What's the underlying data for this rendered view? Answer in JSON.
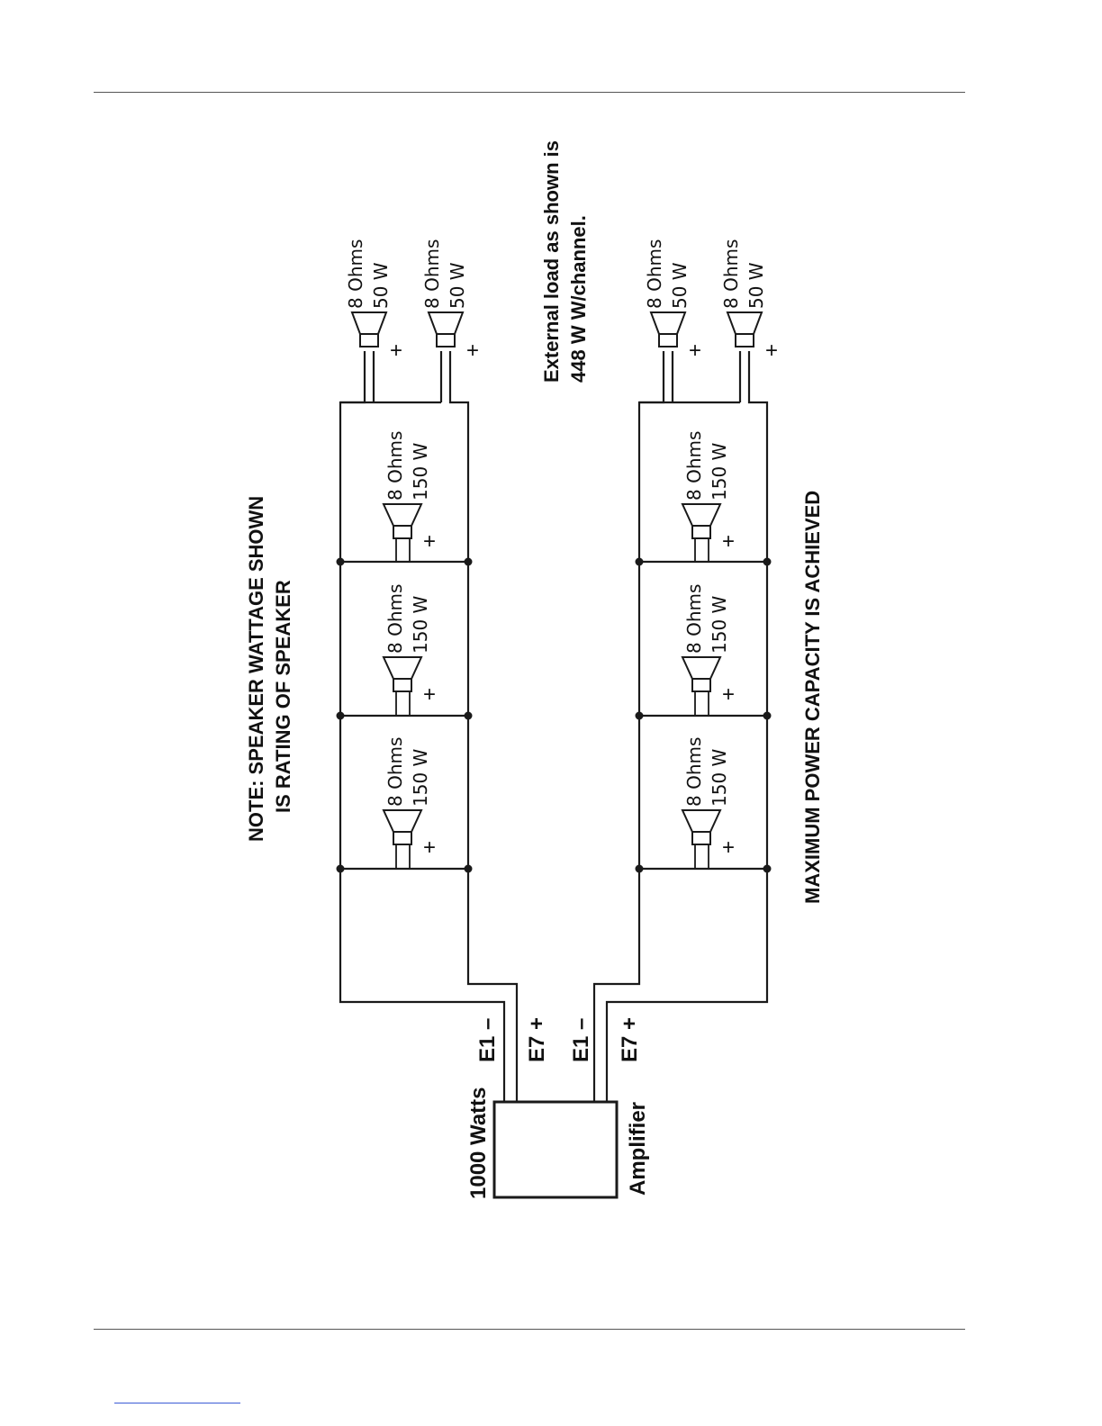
{
  "note": {
    "line1": "NOTE:  SPEAKER WATTAGE SHOWN",
    "line2": "IS RATING OF SPEAKER"
  },
  "external_load": {
    "line1": "External load as shown is",
    "line2": "448 W  W/channel."
  },
  "max_power": "MAXIMUM POWER CAPACITY IS ACHIEVED",
  "amplifier": {
    "watts": "1000 Watts",
    "name": "Amplifier",
    "terminals": [
      "E1 –",
      "E7 +",
      "E1 –",
      "E7 +"
    ]
  },
  "speakers": {
    "large": {
      "impedance": "8 Ohms",
      "watts": "150 W"
    },
    "small": {
      "impedance": "8 Ohms",
      "watts": "50 W"
    },
    "polarity": "+"
  },
  "colors": {
    "line": "#1a1a1a",
    "footer_rule": "#3b5bd6"
  }
}
